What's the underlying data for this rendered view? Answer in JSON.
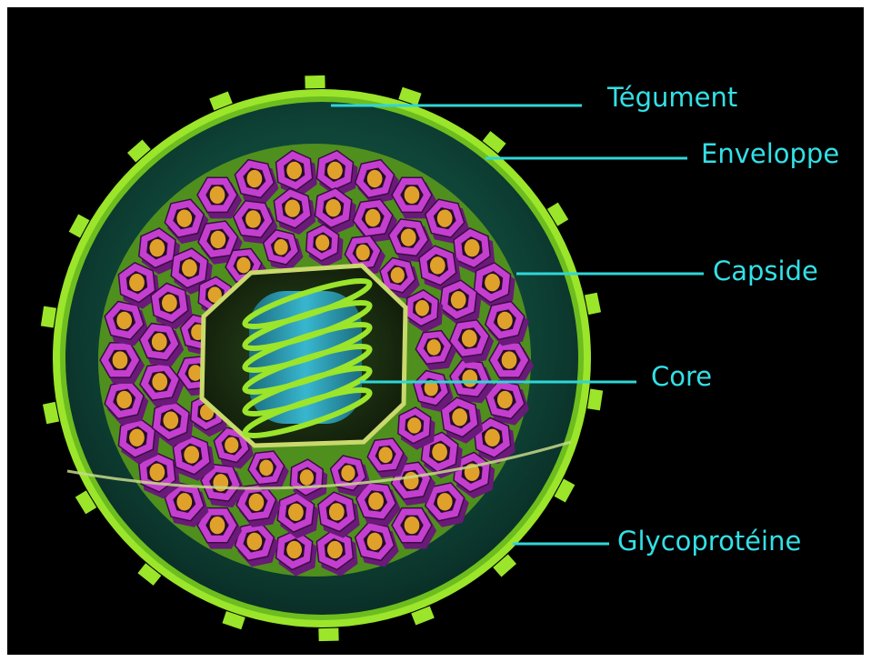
{
  "labels": {
    "tegument": "Tégument",
    "enveloppe": "Enveloppe",
    "capside": "Capside",
    "core": "Core",
    "glycoproteine": "Glycoprotéine"
  },
  "colors": {
    "background": "#000000",
    "label": "#33e0e6",
    "leader_line": "#2fd6d8",
    "envelope": "#9be52b",
    "tegument": "#0e3f35",
    "capsomere": "#c43fcf",
    "capsomere_dark": "#6a1a78",
    "capsomere_core": "#e0a12a",
    "core_dna": "#2a8fa6",
    "core_coil": "#9be52b"
  }
}
